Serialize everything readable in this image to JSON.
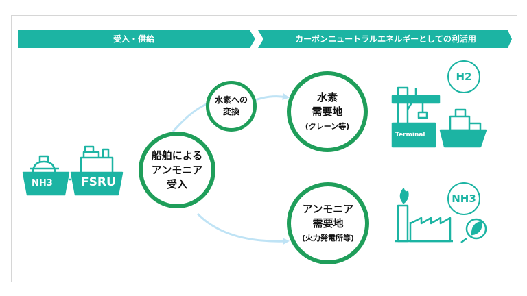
{
  "banner": {
    "left_label": "受入・供給",
    "right_label": "カーボンニュートラルエネルギーとしての利活用"
  },
  "nodes": {
    "reception": {
      "line1": "船舶による",
      "line2": "アンモニア",
      "line3": "受入"
    },
    "conversion": {
      "line1": "水素への",
      "line2": "変換"
    },
    "hydrogen_demand": {
      "line1": "水素",
      "line2": "需要地",
      "line3": "(クレーン等)"
    },
    "ammonia_demand": {
      "line1": "アンモニア",
      "line2": "需要地",
      "line3": "(火力発電所等)"
    }
  },
  "ships": {
    "nh3_label": "NH3",
    "fsru_label": "FSRU"
  },
  "terminal": {
    "label": "Terminal"
  },
  "badges": {
    "h2": "H2",
    "nh3": "NH3"
  },
  "colors": {
    "teal": "#1cb4a3",
    "green": "#1f9e5a",
    "arrow": "#bfe3f5"
  }
}
